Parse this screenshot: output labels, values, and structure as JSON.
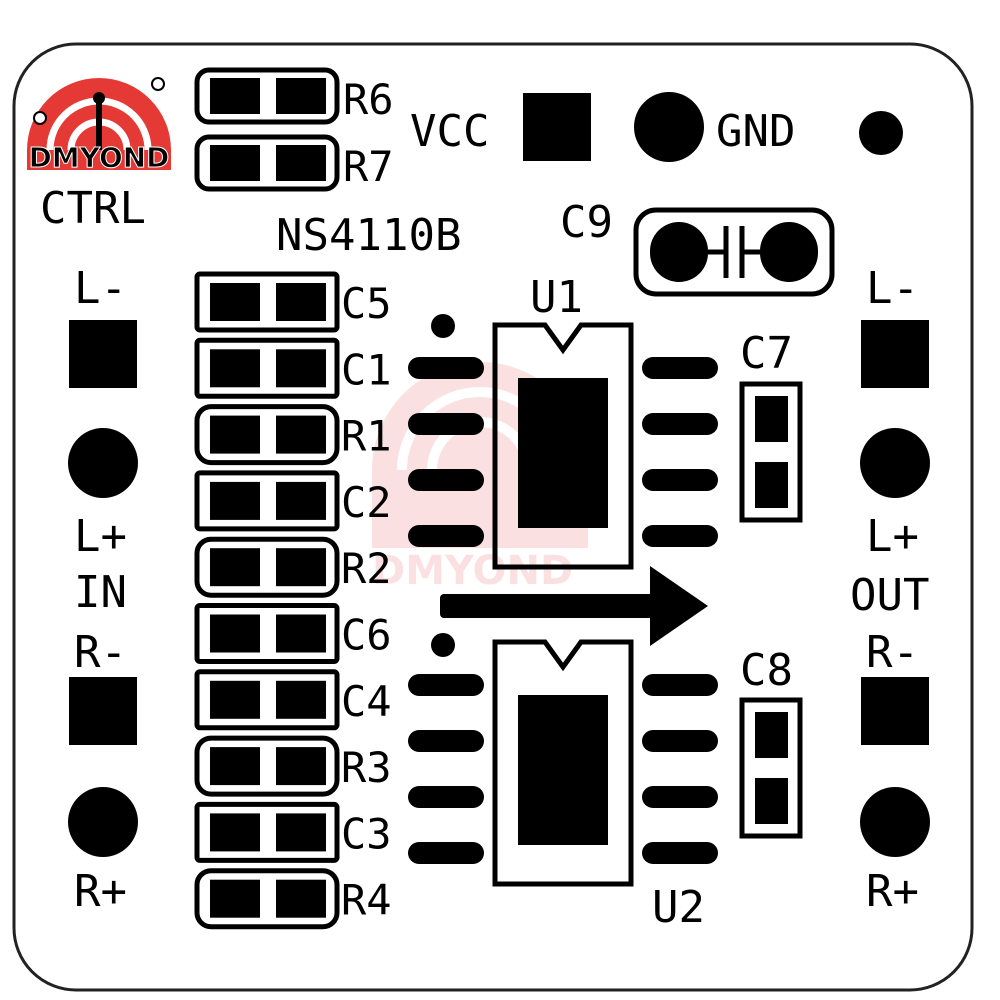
{
  "brand": {
    "name": "DMYOND",
    "watermark": "DMYOND",
    "accent": "#e53935",
    "watermark_color": "#f5c6c6"
  },
  "board": {
    "chip_name": "NS4110B",
    "outline_color": "#222222",
    "silkscreen_color": "#000000"
  },
  "labels": {
    "ctrl": "CTRL",
    "vcc": "VCC",
    "gnd": "GND",
    "c9": "C9",
    "u1": "U1",
    "u2": "U2",
    "c7": "C7",
    "c8": "C8",
    "in_l_minus": "L-",
    "in_l_plus": "L+",
    "in": "IN",
    "in_r_minus": "R-",
    "in_r_plus": "R+",
    "out_l_minus": "L-",
    "out_l_plus": "L+",
    "out": "OUT",
    "out_r_minus": "R-",
    "out_r_plus": "R+"
  },
  "ctrl_resistors": [
    "R6",
    "R7"
  ],
  "passives_column": [
    "C5",
    "C1",
    "R1",
    "C2",
    "R2",
    "C6",
    "C4",
    "R3",
    "C3",
    "R4"
  ]
}
